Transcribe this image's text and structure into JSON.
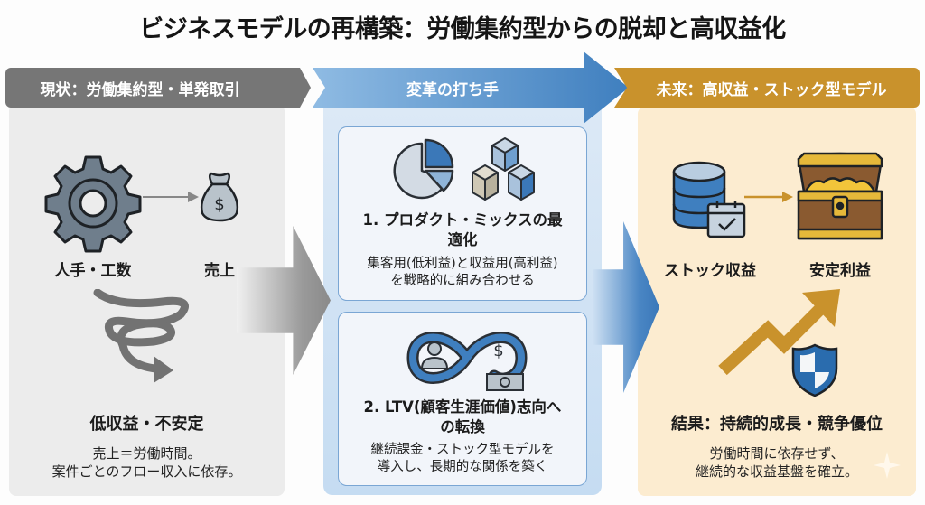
{
  "title": "ビジネスモデルの再構築：労働集約型からの脱却と高収益化",
  "colors": {
    "current": "#767676",
    "strategy": "#3f7fbf",
    "future": "#c9922c",
    "current_bg": "#ececec",
    "strategy_bg": "#d4e5f5",
    "future_bg": "#fcecd0"
  },
  "current": {
    "header": "現状：労働集約型・単発取引",
    "icons": [
      "gear-icon",
      "money-bag-icon",
      "spiral-arrow-icon"
    ],
    "input_label": "人手・工数",
    "output_label": "売上",
    "result_title": "低収益・不安定",
    "description_lines": [
      "売上＝労働時間。",
      "案件ごとのフロー収入に依存。"
    ]
  },
  "strategy": {
    "header": "変革の打ち手",
    "cards": [
      {
        "icons": [
          "pie-chart-icon",
          "boxes-icon"
        ],
        "title_lines": [
          "1. プロダクト・ミックスの最",
          "適化"
        ],
        "description_lines": [
          "集客用(低利益)と収益用(高利益)",
          "を戦略的に組み合わせる"
        ]
      },
      {
        "icons": [
          "infinity-loop-icon",
          "user-icon",
          "dollar-icon",
          "banknote-icon"
        ],
        "title_lines": [
          "2. LTV(顧客生涯価値)志向へ",
          "の転換"
        ],
        "description_lines": [
          "継続課金・ストック型モデルを",
          "導入し、長期的な関係を築く"
        ]
      }
    ]
  },
  "future": {
    "header": "未来：高収益・ストック型モデル",
    "icons": [
      "database-calendar-icon",
      "treasure-chest-icon",
      "growth-arrow-icon",
      "shield-icon",
      "sparkle-icon"
    ],
    "input_label": "ストック収益",
    "output_label": "安定利益",
    "result_title": "結果：持続的成長・競争優位",
    "description_lines": [
      "労働時間に依存せず、",
      "継続的な収益基盤を確立。"
    ]
  }
}
